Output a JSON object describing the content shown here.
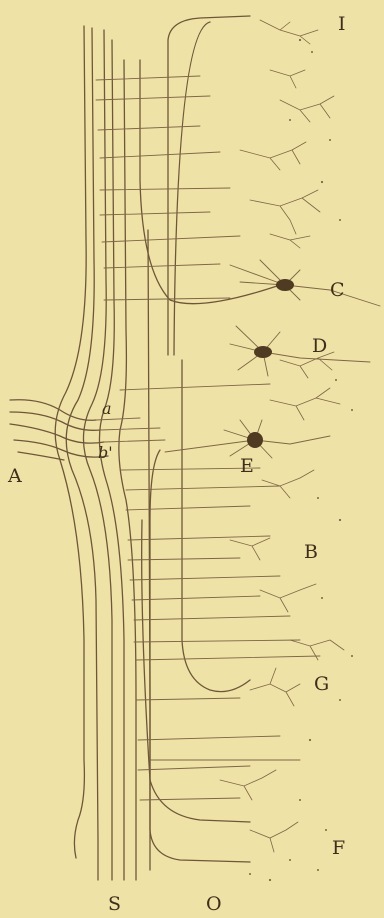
{
  "figure": {
    "labels": {
      "I": "I",
      "C": "C",
      "D": "D",
      "a": "a",
      "b": "b'",
      "A": "A",
      "E": "E",
      "B": "B",
      "G": "G",
      "F": "F",
      "S": "S",
      "O": "O"
    },
    "colors": {
      "background": "#efe2a6",
      "ink": "#4e3b22"
    }
  }
}
